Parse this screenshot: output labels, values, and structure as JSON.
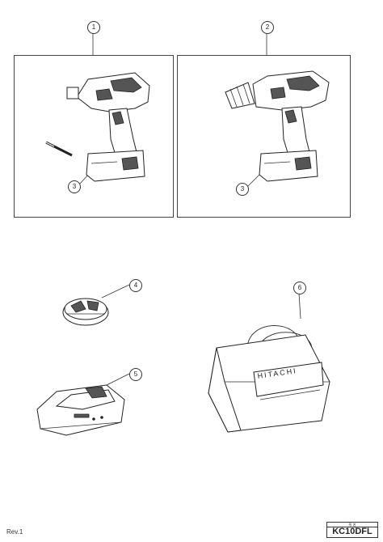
{
  "callouts": {
    "c1": "1",
    "c2": "2",
    "c3a": "3",
    "c3b": "3",
    "c4": "4",
    "c5": "5",
    "c6": "6"
  },
  "bag": {
    "brand": "HITACHI"
  },
  "footer": {
    "revision": "Rev.1",
    "model_header": "形 名",
    "model": "KC10DFL"
  }
}
